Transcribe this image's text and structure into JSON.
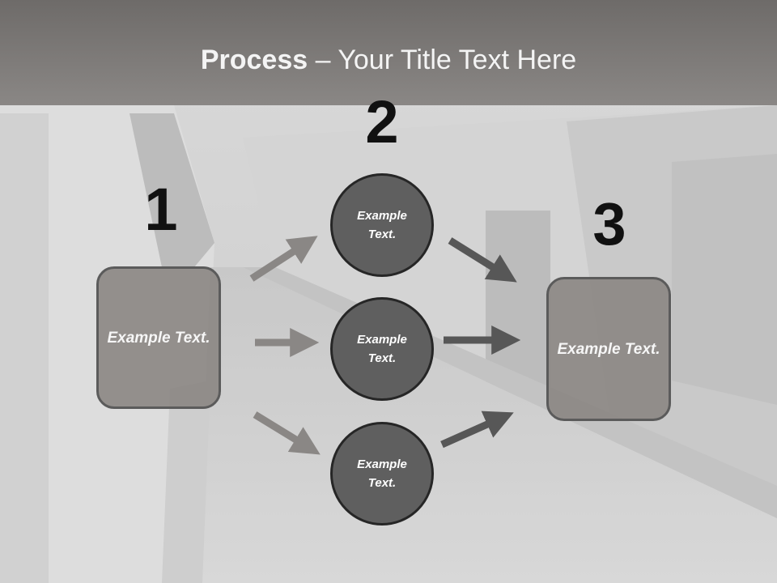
{
  "title": {
    "bold": "Process",
    "rest": " – Your Title Text Here"
  },
  "steps": {
    "one": {
      "number": "1",
      "text": "Example Text."
    },
    "two": {
      "number": "2"
    },
    "three": {
      "number": "3",
      "text": "Example Text."
    }
  },
  "circles": [
    {
      "text": "Example Text."
    },
    {
      "text": "Example Text."
    },
    {
      "text": "Example Text."
    }
  ]
}
